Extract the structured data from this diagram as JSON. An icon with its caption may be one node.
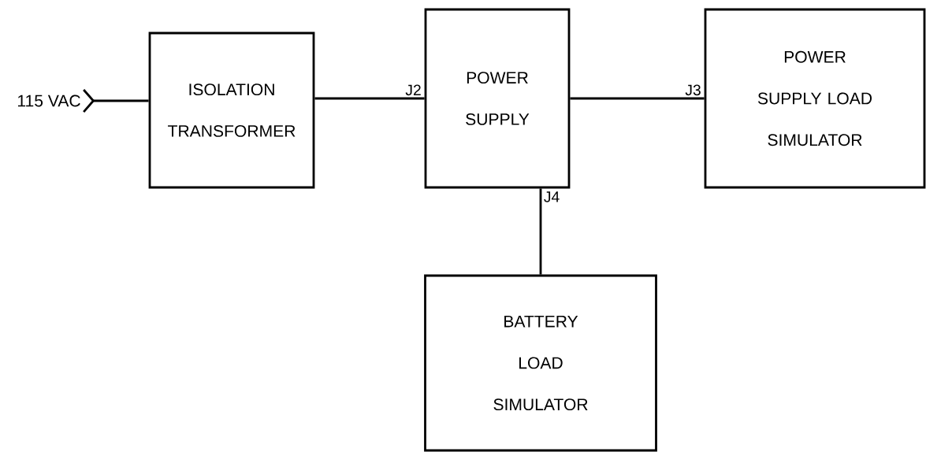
{
  "diagram": {
    "nodes": [
      {
        "text": [
          "115 VAC"
        ]
      },
      {
        "text": [
          "ISOLATION TRANSFORMER"
        ]
      },
      {
        "text": [
          "POWER SUPPLY"
        ]
      },
      {
        "text": [
          "POWER SUPPLY LOAD SIMULATOR"
        ]
      },
      {
        "text": [
          "BATTERY LOAD SIMULATOR"
        ]
      }
    ],
    "edges": [
      {
        "from": 0,
        "to": 1,
        "arrow": "other"
      },
      {
        "from": 1,
        "to": 2,
        "arrow": "none",
        "label": "J2"
      },
      {
        "from": 2,
        "to": 3,
        "arrow": "none",
        "label": "J3"
      },
      {
        "from": 2,
        "to": 4,
        "arrow": "none",
        "label": "J4"
      }
    ]
  }
}
